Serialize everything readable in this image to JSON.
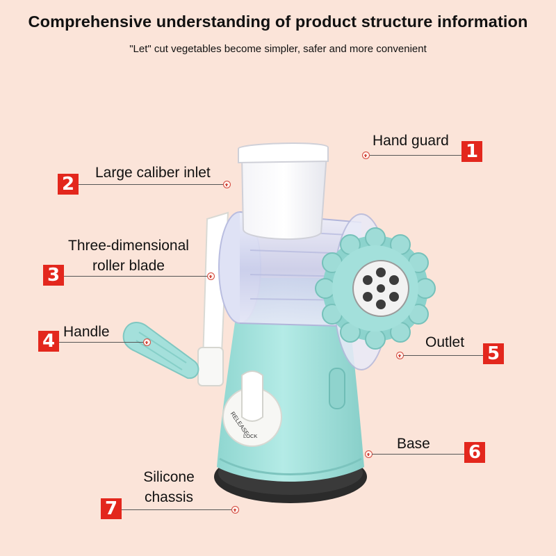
{
  "header": {
    "title": "Comprehensive understanding of product structure information",
    "subtitle": "\"Let\" cut vegetables become simpler, safer and more convenient"
  },
  "device_text": {
    "release": "RELEASE",
    "lock": "LOCK"
  },
  "colors": {
    "background": "#fbe4d9",
    "badge": "#e3271d",
    "body": "#a6e2dd",
    "marker": "#d34a3f"
  },
  "callouts": [
    {
      "number": "1",
      "label": "Hand guard"
    },
    {
      "number": "2",
      "label": "Large caliber inlet"
    },
    {
      "number": "3",
      "label_lines": [
        "Three-dimensional",
        "roller blade"
      ]
    },
    {
      "number": "4",
      "label": "Handle"
    },
    {
      "number": "5",
      "label": "Outlet"
    },
    {
      "number": "6",
      "label": "Base"
    },
    {
      "number": "7",
      "label_lines": [
        "Silicone",
        "chassis"
      ]
    }
  ]
}
